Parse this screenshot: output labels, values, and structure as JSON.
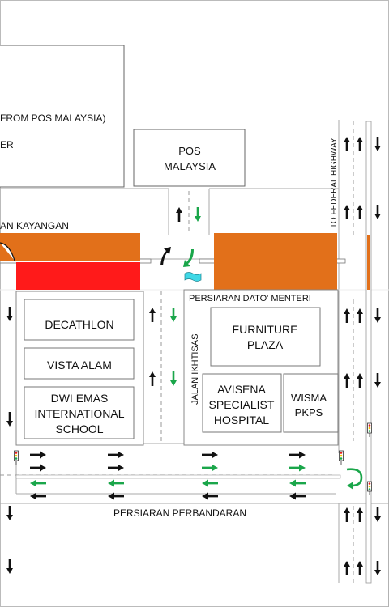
{
  "labels": {
    "top_block_line1": "FROM POS MALAYSIA)",
    "top_block_line2": "ER",
    "pos_malaysia_1": "POS",
    "pos_malaysia_2": "MALAYSIA",
    "jalan_kayangan": "AN KAYANGAN",
    "federal_highway": "TO FEDERAL HIGHWAY",
    "persiaran_dato_menteri": "PERSIARAN DATO' MENTERI",
    "decathlon": "DECATHLON",
    "vista_alam": "VISTA ALAM",
    "dwi_emas_1": "DWI EMAS",
    "dwi_emas_2": "INTERNATIONAL",
    "dwi_emas_3": "SCHOOL",
    "jalan_ikhtisas": "JALAN IKHTISAS",
    "furniture_1": "FURNITURE",
    "furniture_2": "PLAZA",
    "avisena_1": "AVISENA",
    "avisena_2": "SPECIALIST",
    "avisena_3": "HOSPITAL",
    "wisma_1": "WISMA",
    "wisma_2": "PKPS",
    "persiaran_perbandaran": "PERSIARAN PERBANDARAN"
  },
  "colors": {
    "orange_block": "#e2701a",
    "red_block": "#ff1a1a",
    "green_arrow": "#1aa64a",
    "black_arrow": "#111111",
    "flag": "#40d8e6",
    "orange_median": "#e2701a"
  },
  "icons": [
    "arrow-icon",
    "u-turn-icon",
    "traffic-light-icon",
    "flag-icon"
  ]
}
